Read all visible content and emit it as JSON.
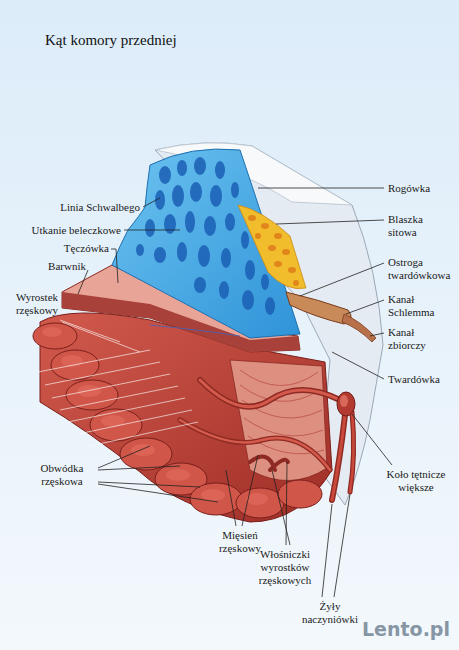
{
  "diagram": {
    "title": "Kąt komory przedniej",
    "labels": [
      "Linia Schwalbego",
      "Utkanie beleczkowe",
      "Tęczówka",
      "Barwnik",
      "Wyrostek rzęskowy",
      "Obwódka rzęskowa",
      "Mięsień rzęskowy",
      "Włośniczki wyrostków rzęskowych",
      "Żyły naczyniówki",
      "Rogówka",
      "Blaszka sitowa",
      "Ostroga twardówkowa",
      "Kanał Schlemma",
      "Kanał zbiorczy",
      "Twardówka",
      "Koło tętnicze większe",
      "Lento.pl"
    ]
  }
}
